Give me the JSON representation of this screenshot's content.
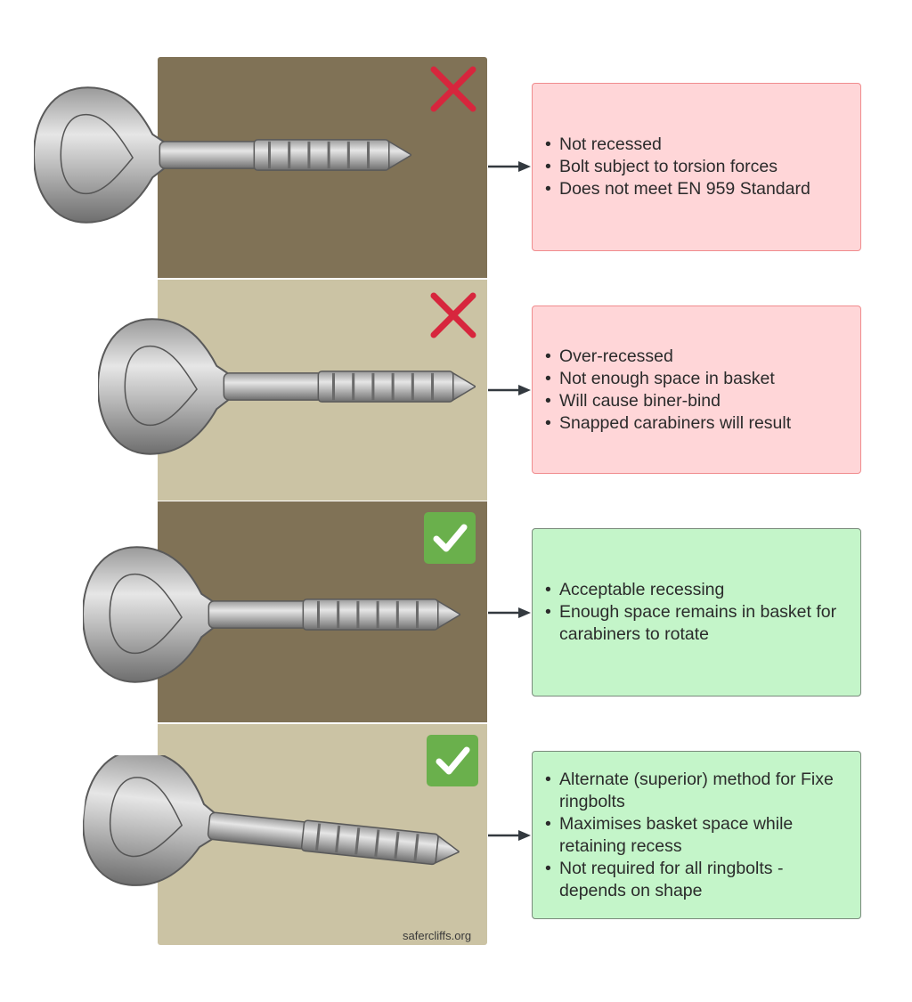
{
  "credit": "safercliffs.org",
  "colors": {
    "panel_dark": "#807256",
    "panel_light": "#cbc3a4",
    "bad_box": "#ffd6d8",
    "good_box": "#c4f5c9",
    "cross": "#d7263d",
    "check": "#6ab04c",
    "recess_highlight": "#f66b6b"
  },
  "rows": [
    {
      "status": "bad",
      "mark_icon": "cross-icon",
      "bullets": [
        "Not recessed",
        "Bolt subject to torsion forces",
        "Does not meet EN 959 Standard"
      ]
    },
    {
      "status": "bad",
      "mark_icon": "cross-icon",
      "bullets": [
        "Over-recessed",
        "Not enough space in basket",
        "Will cause biner-bind",
        "Snapped carabiners will result"
      ]
    },
    {
      "status": "good",
      "mark_icon": "check-icon",
      "bullets": [
        "Acceptable recessing",
        "Enough space remains in basket for carabiners to rotate"
      ]
    },
    {
      "status": "good",
      "mark_icon": "check-icon",
      "bullets": [
        "Alternate (superior) method for Fixe ringbolts",
        "Maximises basket space while retaining recess",
        "Not required for all ringbolts - depends on shape"
      ]
    }
  ]
}
